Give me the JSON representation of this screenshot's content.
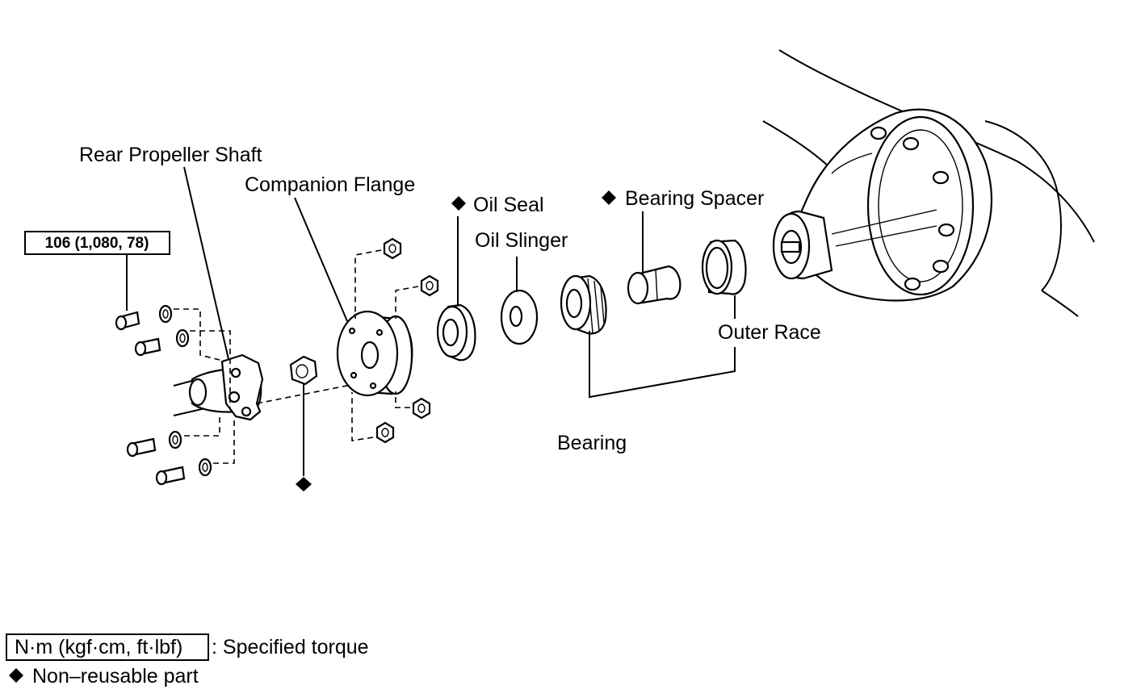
{
  "labels": {
    "rear_propeller_shaft": "Rear Propeller Shaft",
    "companion_flange": "Companion Flange",
    "oil_seal": "Oil Seal",
    "oil_slinger": "Oil Slinger",
    "bearing_spacer": "Bearing Spacer",
    "outer_race": "Outer Race",
    "bearing": "Bearing"
  },
  "torque": {
    "value": "106 (1,080, 78)"
  },
  "legend": {
    "torque_units": "N·m (kgf·cm, ft·lbf)",
    "torque_desc": ": Specified torque",
    "non_reusable": "Non–reusable part"
  },
  "icons": {
    "non_reusable_marker": "black-diamond-icon"
  },
  "colors": {
    "ink": "#000000",
    "paper": "#ffffff"
  }
}
